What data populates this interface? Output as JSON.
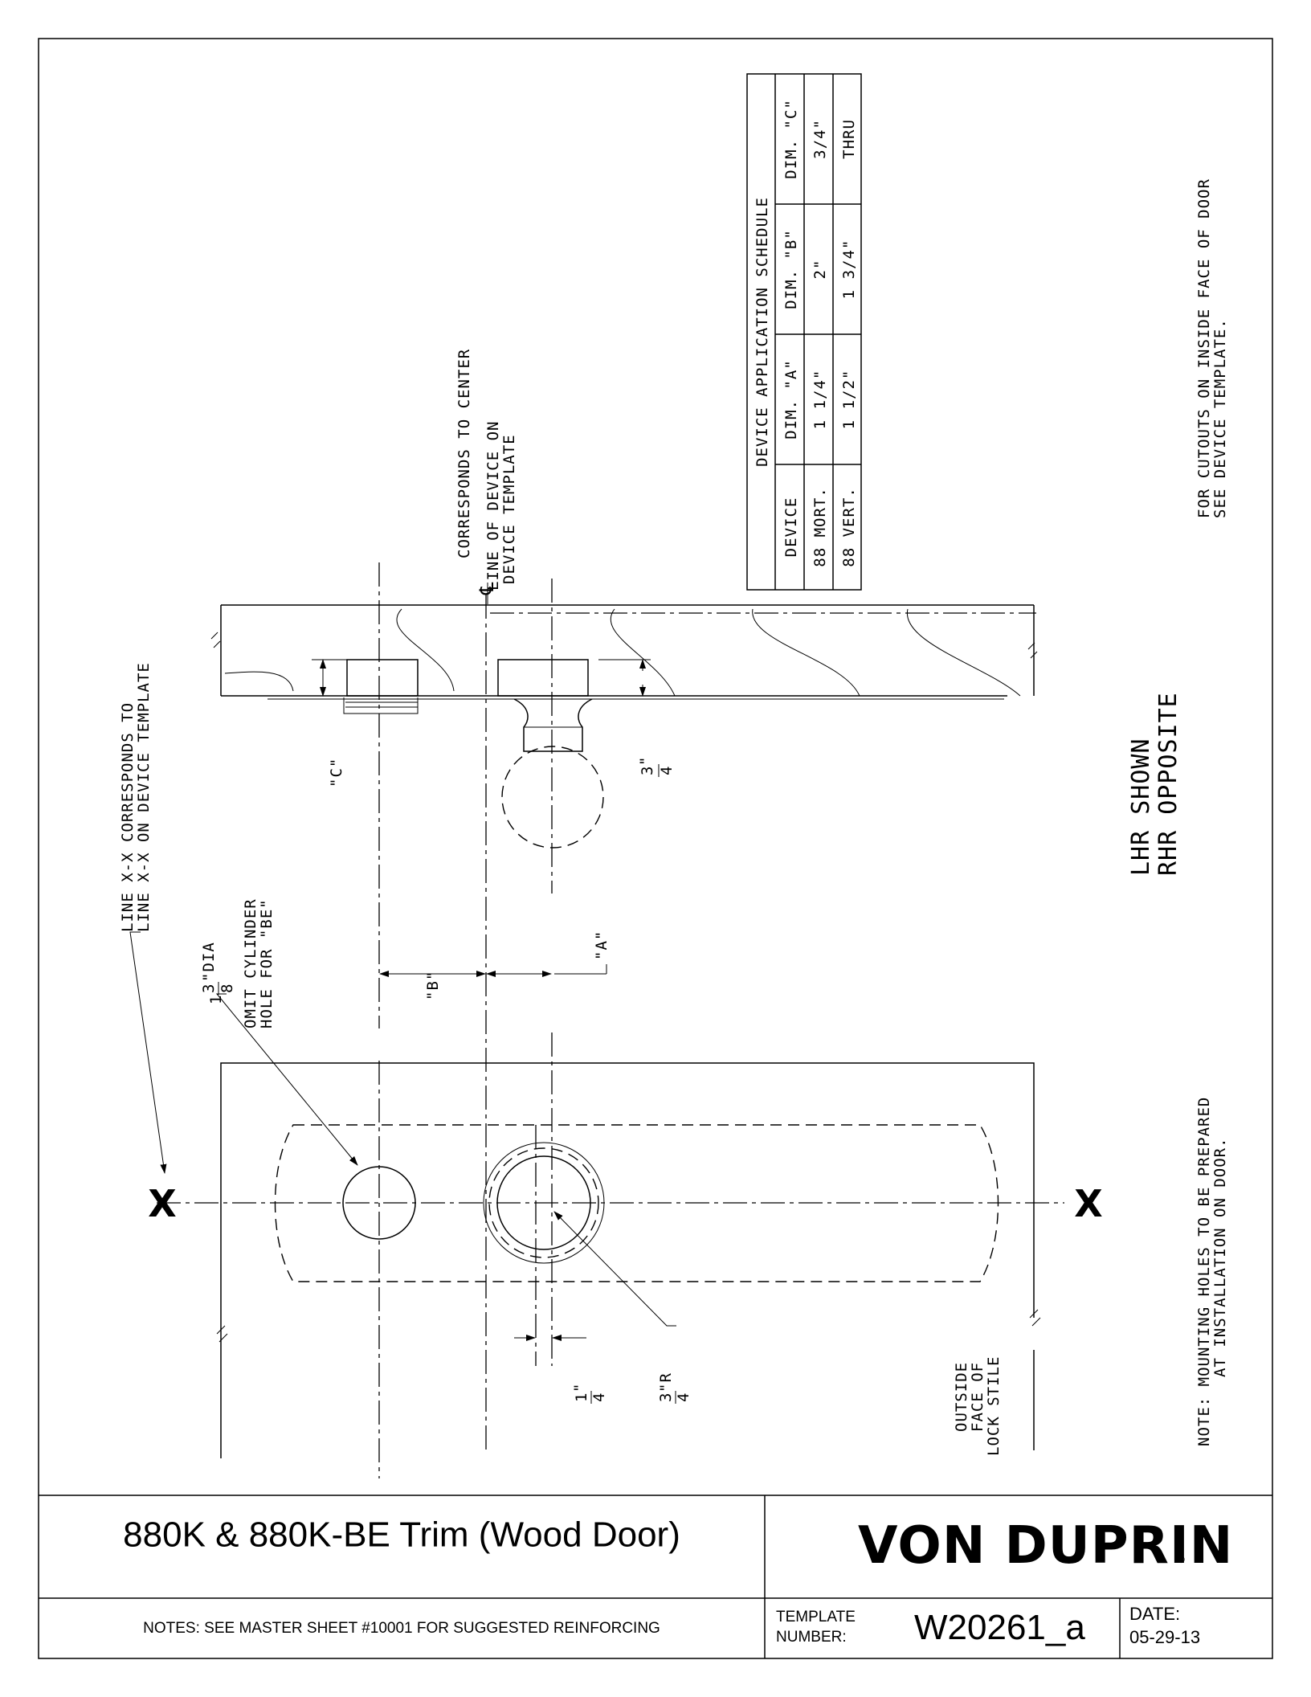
{
  "title_block": {
    "title": "880K & 880K-BE Trim (Wood Door)",
    "brand": "VON DUPRIN",
    "brand_mark": "®",
    "notes": "NOTES: SEE MASTER SHEET #10001 FOR SUGGESTED REINFORCING",
    "template_label_1": "TEMPLATE",
    "template_label_2": "NUMBER:",
    "template_number": "W20261_a",
    "date_label": "DATE:",
    "date_value": "05-29-13"
  },
  "schedule": {
    "title": "DEVICE APPLICATION SCHEDULE",
    "headers": [
      "DEVICE",
      "DIM. \"A\"",
      "DIM. \"B\"",
      "DIM. \"C\""
    ],
    "rows": [
      [
        "88 MORT.",
        "1 1/4\"",
        "2\"",
        "3/4\""
      ],
      [
        "88 VERT.",
        "1 1/2\"",
        "1 3/4\"",
        "THRU"
      ]
    ]
  },
  "annotations": {
    "line_xx_1": "LINE X-X CORRESPONDS TO",
    "line_xx_2": "LINE X-X ON DEVICE TEMPLATE",
    "corresponds_center": "CORRESPONDS TO CENTER",
    "line_of_device_1": "LINE OF DEVICE ON",
    "line_of_device_2": "DEVICE TEMPLATE",
    "centerline_symbol": "℄",
    "dim_c": "\"C\"",
    "dim_b": "\"B\"",
    "dim_a": "\"A\"",
    "three_quarter_whole": "",
    "three_quarter_num": "3",
    "three_quarter_den": "4",
    "three_quarter_mark": "\"",
    "dia_whole": "1",
    "dia_num": "3",
    "dia_den": "8",
    "dia_suffix": "\"DIA",
    "omit_1": "OMIT CYLINDER",
    "omit_2": "HOLE FOR \"BE\"",
    "quarter_num": "1",
    "quarter_den": "4",
    "quarter_mark": "\"",
    "radius_num": "3",
    "radius_den": "4",
    "radius_suffix": "\"R",
    "outside_1": "OUTSIDE",
    "outside_2": "FACE OF",
    "outside_3": "LOCK STILE",
    "x_left": "X",
    "x_right": "X",
    "hand_1": "LHR SHOWN",
    "hand_2": "RHR OPPOSITE",
    "cutouts_1": "FOR CUTOUTS ON INSIDE FACE OF DOOR",
    "cutouts_2": "SEE DEVICE TEMPLATE.",
    "note_1": "NOTE: MOUNTING HOLES TO BE PREPARED",
    "note_2": "AT INSTALLATION ON DOOR."
  }
}
